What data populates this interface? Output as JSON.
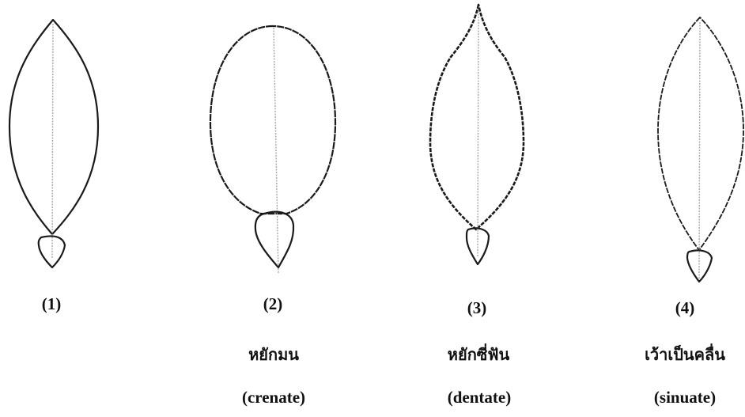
{
  "colors": {
    "outline": "#1a1a1a",
    "midrib": "#a8a8a8",
    "text": "#111111"
  },
  "leaves": [
    {
      "number": "(1)",
      "thai": "",
      "term": "",
      "margin_type": "entire",
      "shape": "elliptic"
    },
    {
      "number": "(2)",
      "thai": "หยักมน",
      "term": "(crenate)",
      "margin_type": "crenate",
      "shape": "oval"
    },
    {
      "number": "(3)",
      "thai": "หยักซี่ฟัน",
      "term": "(dentate)",
      "margin_type": "dentate",
      "shape": "acuminate"
    },
    {
      "number": "(4)",
      "thai": "เว้าเป็นคลื่น",
      "term": "(sinuate)",
      "margin_type": "sinuate",
      "shape": "elliptic"
    }
  ]
}
